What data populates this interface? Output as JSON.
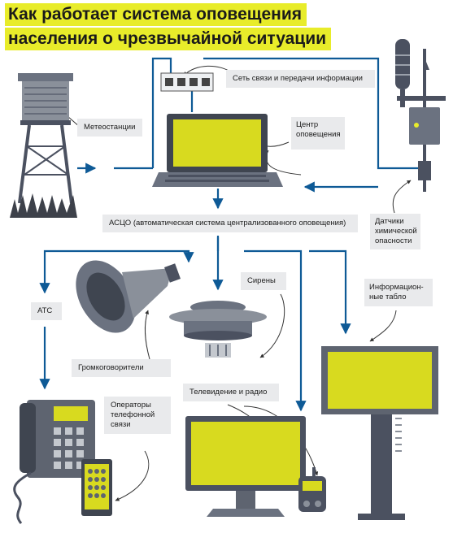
{
  "title": {
    "line1": "Как работает система оповещения",
    "line2": "населения о чрезвычайной ситуации"
  },
  "labels": {
    "network": "Сеть связи и передачи информации",
    "weather": "Метеостанции",
    "center": "Центр оповещения",
    "asco": "АСЦО (автоматическая система централизованного оповещения)",
    "sensors": "Датчики химической опасности",
    "ats": "АТС",
    "sirens": "Сирены",
    "info_boards": "Информацион-ные табло",
    "loudspeakers": "Громкоговорители",
    "tv_radio": "Телевидение и радио",
    "operators": "Операторы телефонной связи"
  },
  "colors": {
    "title_highlight": "#e8ec2a",
    "screen": "#d8da1f",
    "arrow_blue": "#0e5a96",
    "device_gray": "#6b7280",
    "label_bg": "#e9eaec"
  }
}
